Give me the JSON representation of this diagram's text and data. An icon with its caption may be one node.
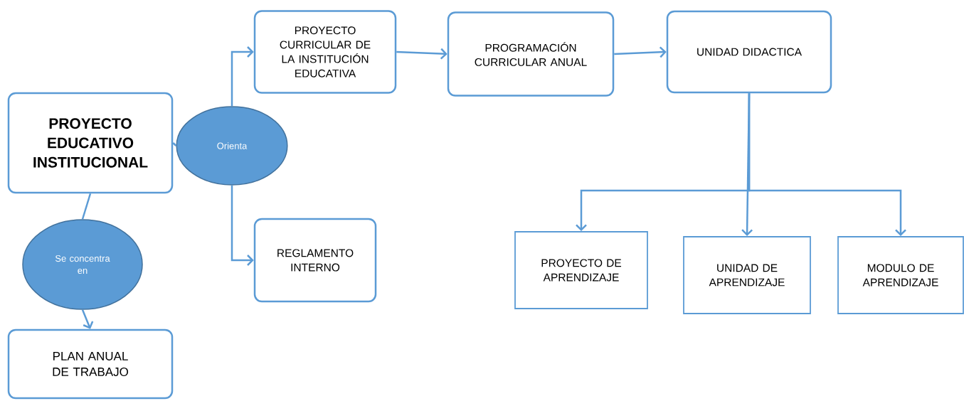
{
  "diagram": {
    "nodes": [
      {
        "text": [
          "PROYECTO EDUCATIVO INSTITUCIONAL"
        ]
      },
      {
        "text": [
          "Orienta"
        ]
      },
      {
        "text": [
          "PROYECTO CURRICULAR DE LA INSTITUCIÓN EDUCATIVA"
        ]
      },
      {
        "text": [
          "PROGRAMACIÓN CURRICULAR ANUAL"
        ]
      },
      {
        "text": [
          "UNIDAD DIDACTICA"
        ]
      },
      {
        "text": [
          "REGLAMENTO INTERNO"
        ]
      },
      {
        "text": [
          "Se concentra en"
        ]
      },
      {
        "text": [
          "PLAN ANUAL DE TRABAJO"
        ]
      },
      {
        "text": [
          "PROYECTO DE APRENDIZAJE"
        ]
      },
      {
        "text": [
          "UNIDAD DE APRENDIZAJE"
        ]
      },
      {
        "text": [
          "MODULO DE APRENDIZAJE"
        ]
      }
    ],
    "edges": [
      {
        "from": 0,
        "to": 1,
        "arrow": "none"
      },
      {
        "from": 1,
        "to": 2,
        "arrow": "to"
      },
      {
        "from": 1,
        "to": 5,
        "arrow": "to"
      },
      {
        "from": 0,
        "to": 6,
        "arrow": "none"
      },
      {
        "from": 6,
        "to": 7,
        "arrow": "to"
      },
      {
        "from": 2,
        "to": 3,
        "arrow": "to"
      },
      {
        "from": 3,
        "to": 4,
        "arrow": "to"
      },
      {
        "from": 4,
        "to": 8,
        "arrow": "to"
      },
      {
        "from": 4,
        "to": 9,
        "arrow": "to"
      },
      {
        "from": 4,
        "to": 10,
        "arrow": "to"
      }
    ]
  }
}
